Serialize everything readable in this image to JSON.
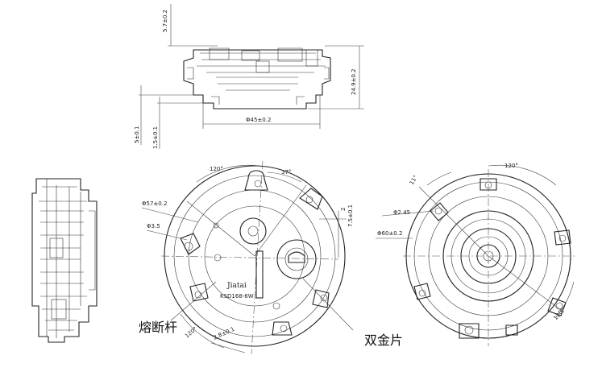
{
  "dims": {
    "top_height": "5.7±0.2",
    "total_height": "24.9±0.2",
    "base_diameter": "Φ45±0.2",
    "offset_5": "5±0.1",
    "offset_1_5": "1.5±0.1",
    "angle_120_top": "120°",
    "angle_37": "37°",
    "dia_57": "Φ57±0.2",
    "dia_3_5": "Φ3.5",
    "dim_75": "7.5±0.1",
    "angle_120_bottom": "120°",
    "dim_2_8": "2.8±0.1",
    "angle_11": "11°",
    "angle_120_right": "120°",
    "dia_2_45": "Φ2.45",
    "dia_60": "Φ60±0.2",
    "angle_120_right_bottom": "120°"
  },
  "labels": {
    "brand": "Jiatai",
    "model": "KSD168-6W",
    "fuse_rod": "熔断杆",
    "bimetal": "双金片"
  }
}
